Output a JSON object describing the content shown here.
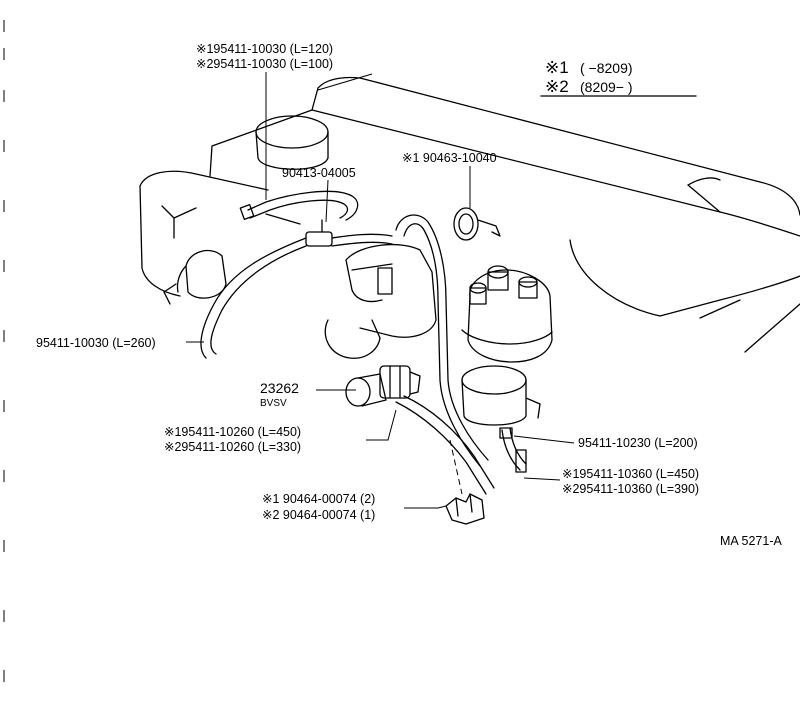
{
  "legend": {
    "row1": {
      "mark": "※1",
      "text": "(       −8209)"
    },
    "row2": {
      "mark": "※2",
      "text": "(8209−        )"
    }
  },
  "labels": {
    "top_a": "※195411-10030 (L=120)",
    "top_b": "※295411-10030 (L=100)",
    "clip_90413": "90413-04005",
    "clamp_90463": "※1 90463-10040",
    "hose_260": "95411-10030 (L=260)",
    "bvsv_part": "23262",
    "bvsv_name": "BVSV",
    "hose_10260_a": "※195411-10260 (L=450)",
    "hose_10260_b": "※295411-10260 (L=330)",
    "hose_10230": "95411-10230 (L=200)",
    "hose_10360_a": "※195411-10360 (L=450)",
    "hose_10360_b": "※295411-10360 (L=390)",
    "clip_00074_a": "※1 90464-00074 (2)",
    "clip_00074_b": "※2 90464-00074 (1)",
    "diagram_code": "MA  5271-A"
  }
}
